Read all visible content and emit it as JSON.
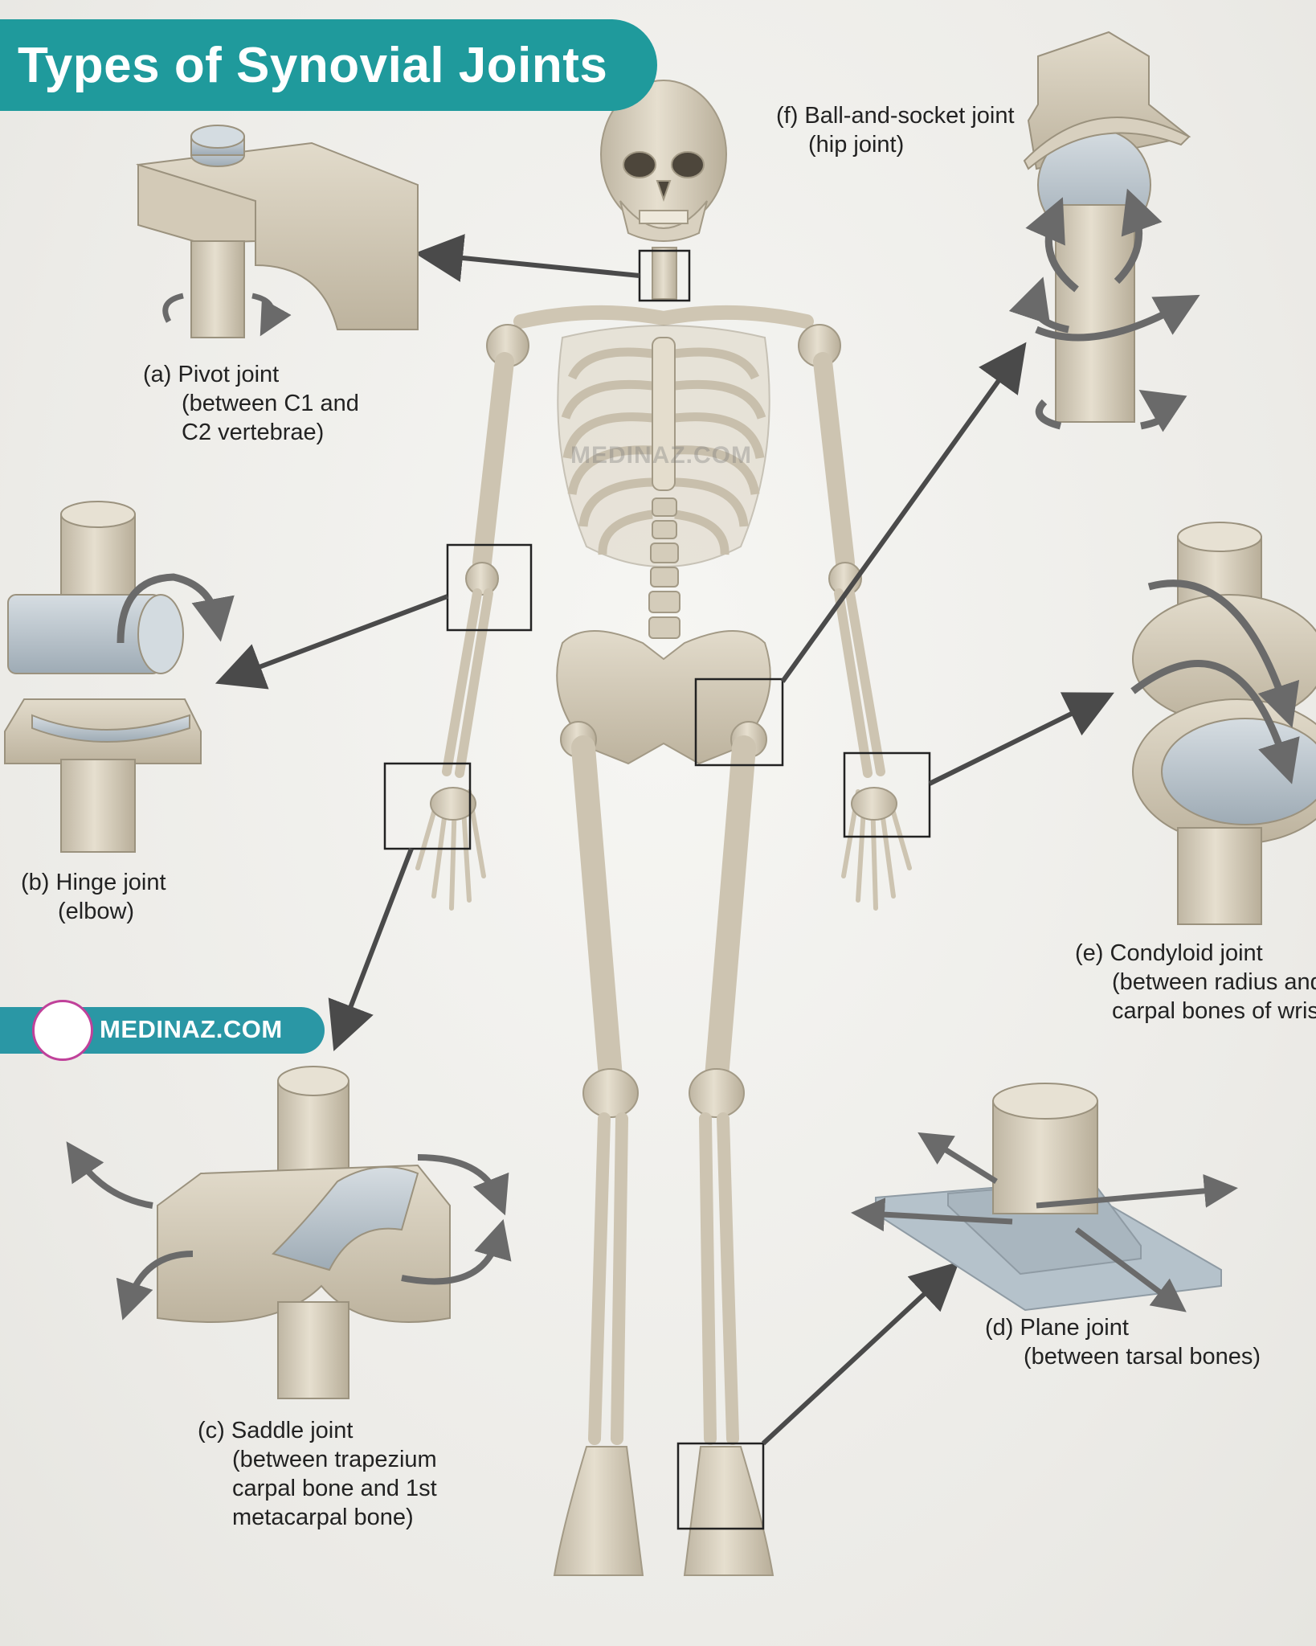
{
  "title": "Types of Synovial Joints",
  "brand": {
    "text": "MEDINAZ.COM"
  },
  "watermark": "MEDINAZ.COM",
  "colors": {
    "banner": "#1f9a9c",
    "bone": "#d8d0bf",
    "cartilage": "#b9c4cc",
    "arrow": "#555555"
  },
  "joints": {
    "pivot": {
      "label": "(a) Pivot joint",
      "desc": [
        "(between C1 and",
        "C2 vertebrae)"
      ]
    },
    "hinge": {
      "label": "(b) Hinge joint",
      "desc": [
        "(elbow)"
      ]
    },
    "saddle": {
      "label": "(c) Saddle joint",
      "desc": [
        "(between trapezium",
        "carpal bone and 1st",
        "metacarpal bone)"
      ]
    },
    "plane": {
      "label": "(d) Plane joint",
      "desc": [
        "(between tarsal bones)"
      ]
    },
    "condyloid": {
      "label": "(e) Condyloid joint",
      "desc": [
        "(between radius and",
        "carpal bones of wrist)"
      ]
    },
    "ball": {
      "label": "(f) Ball-and-socket joint",
      "desc": [
        "(hip joint)"
      ]
    }
  }
}
